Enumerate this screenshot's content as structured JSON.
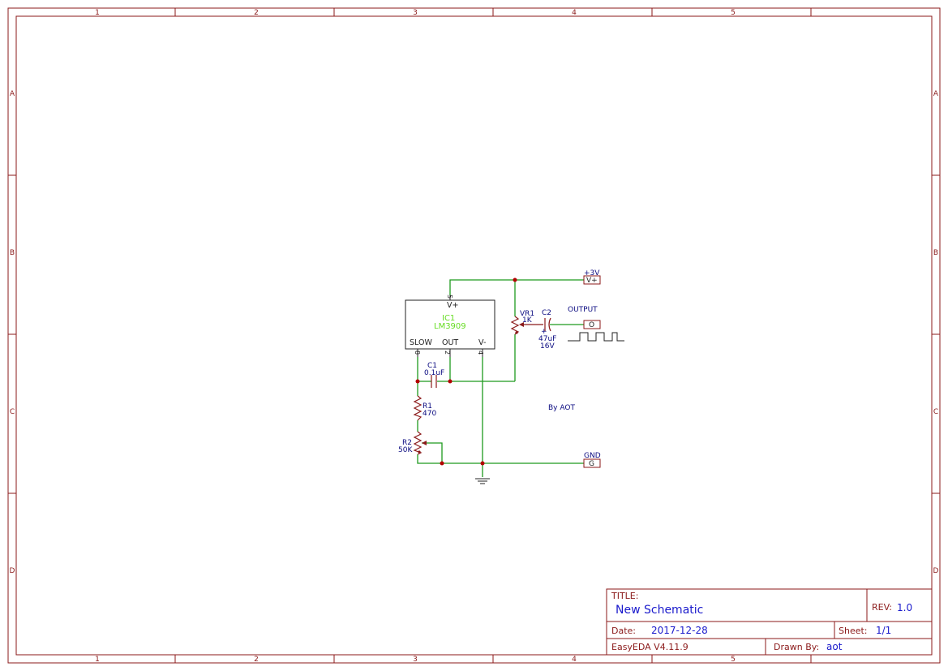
{
  "frame": {
    "columns": [
      "1",
      "2",
      "3",
      "4",
      "5"
    ],
    "rows": [
      "A",
      "B",
      "C",
      "D"
    ]
  },
  "title_block": {
    "title_label": "TITLE:",
    "title_value": "New Schematic",
    "rev_label": "REV:",
    "rev_value": "1.0",
    "date_label": "Date:",
    "date_value": "2017-12-28",
    "sheet_label": "Sheet:",
    "sheet_value": "1/1",
    "software": "EasyEDA V4.11.9",
    "drawn_by_label": "Drawn By:",
    "drawn_by_value": "aot"
  },
  "schematic": {
    "ic1": {
      "designator": "IC1",
      "part": "LM3909",
      "pin_vplus": "V+",
      "pin_slow": "SLOW",
      "pin_out": "OUT",
      "pin_vminus": "V-",
      "pin5": "5",
      "pin8": "8",
      "pin2": "2",
      "pin4": "4"
    },
    "c1": {
      "designator": "C1",
      "value": "0.1uF"
    },
    "r1": {
      "designator": "R1",
      "value": "470"
    },
    "r2": {
      "designator": "R2",
      "value": "50K"
    },
    "vr1": {
      "designator": "VR1",
      "value": "1K"
    },
    "c2": {
      "designator": "C2",
      "value": "47uF",
      "voltage": "16V",
      "polarity": "+"
    },
    "supply_port": {
      "net": "+3V",
      "symbol": "V+"
    },
    "output_port": {
      "net": "OUTPUT",
      "symbol": "O"
    },
    "gnd_port": {
      "net": "GND",
      "symbol": "G"
    },
    "note": "By AOT"
  },
  "colors": {
    "frame": "#8b1a1a",
    "wire": "#1e9a1e",
    "junction": "#b30000",
    "label": "#0a0a80",
    "part": "#66dd22",
    "title_value": "#1a1acc"
  }
}
